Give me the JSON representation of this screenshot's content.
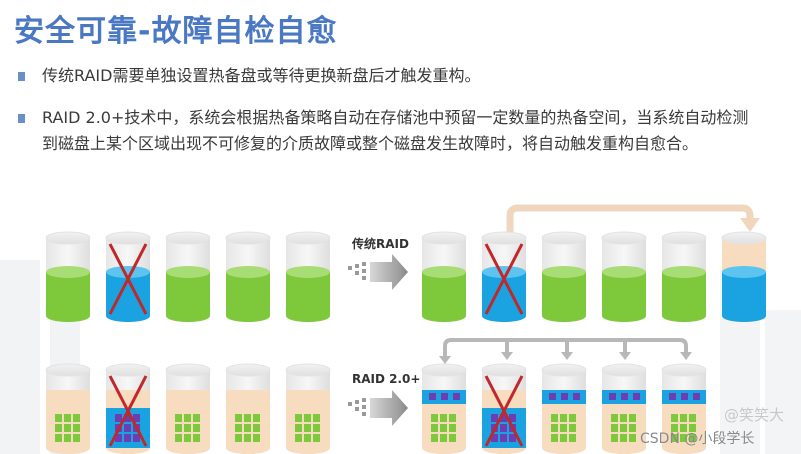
{
  "title": "安全可靠-故障自检自愈",
  "bullets": [
    "传统RAID需要单独设置热备盘或等待更换新盘后才触发重构。",
    "RAID 2.0+技术中，系统会根据热备策略自动在存储池中预留一定数量的热备空间，当系统自动检测",
    "到磁盘上某个区域出现不可修复的介质故障或整个磁盘发生故障时，将自动触发重构自愈合。"
  ],
  "diagram": {
    "label_traditional": "传统RAID",
    "label_raid2": "RAID 2.0+"
  },
  "watermark": {
    "top": "@笑笑大",
    "bottom": "CSDN @小段学长"
  },
  "colors": {
    "title": "#4a78c2",
    "green": "#7ec83c",
    "blue": "#1aa3e0",
    "peach": "#f7dcc0",
    "purple": "#6b3fb3",
    "cross": "#c0282a",
    "arrow_peach": "#f0d6bd",
    "arrow_gray": "#b8b8b8"
  }
}
